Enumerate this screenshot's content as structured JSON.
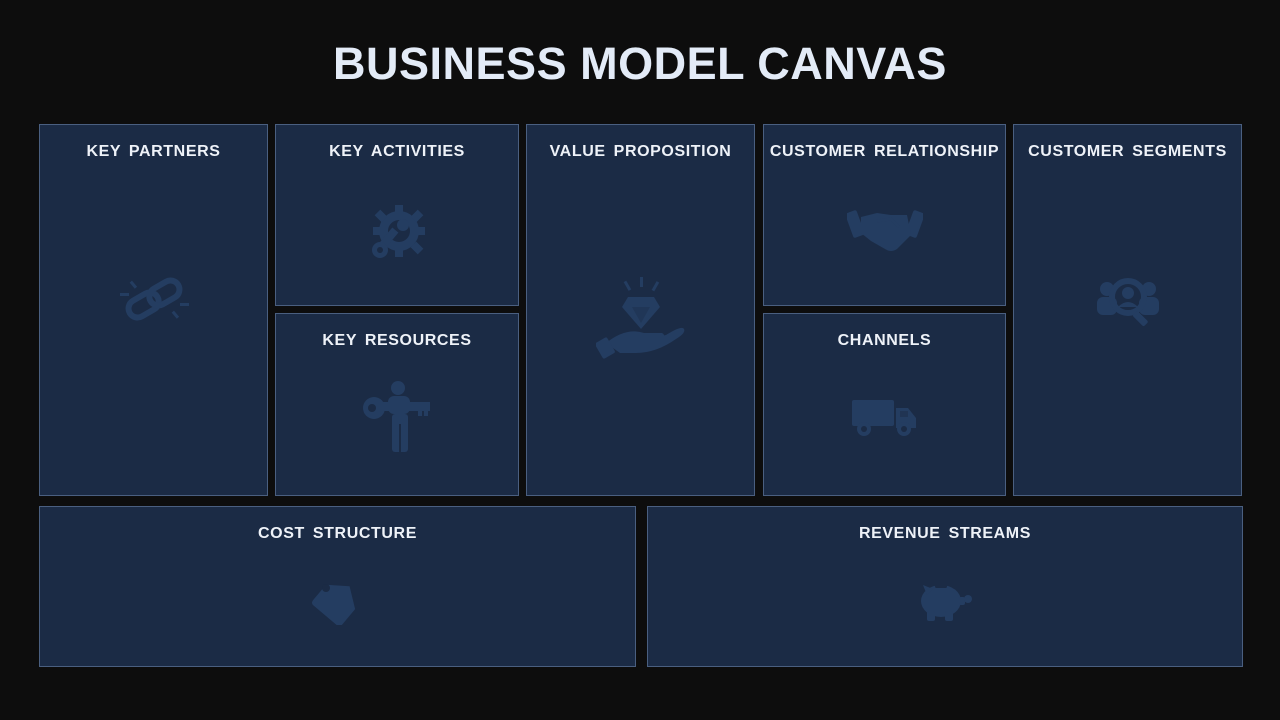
{
  "title": "BUSINESS MODEL CANVAS",
  "blocks": {
    "key_partners": {
      "label": "KEY PARTNERS",
      "icon": "chain-link-icon"
    },
    "key_activities": {
      "label": "KEY ACTIVITIES",
      "icon": "gear-wrench-icon"
    },
    "key_resources": {
      "label": "KEY RESOURCES",
      "icon": "person-key-icon"
    },
    "value_proposition": {
      "label": "VALUE PROPOSITION",
      "icon": "hand-diamond-icon"
    },
    "customer_relationship": {
      "label": "CUSTOMER RELATIONSHIP",
      "icon": "handshake-icon"
    },
    "channels": {
      "label": "CHANNELS",
      "icon": "delivery-truck-icon"
    },
    "customer_segments": {
      "label": "CUSTOMER SEGMENTS",
      "icon": "user-search-icon"
    },
    "cost_structure": {
      "label": "COST STRUCTURE",
      "icon": "price-tag-icon"
    },
    "revenue_streams": {
      "label": "REVENUE STREAMS",
      "icon": "piggy-bank-icon"
    }
  },
  "colors": {
    "background": "#0d0d0d",
    "box_fill": "#1b2b45",
    "box_border": "#4a5f80",
    "title_text": "#e3ebf7",
    "label_text": "#eef2f8",
    "icon": "#243d61"
  }
}
